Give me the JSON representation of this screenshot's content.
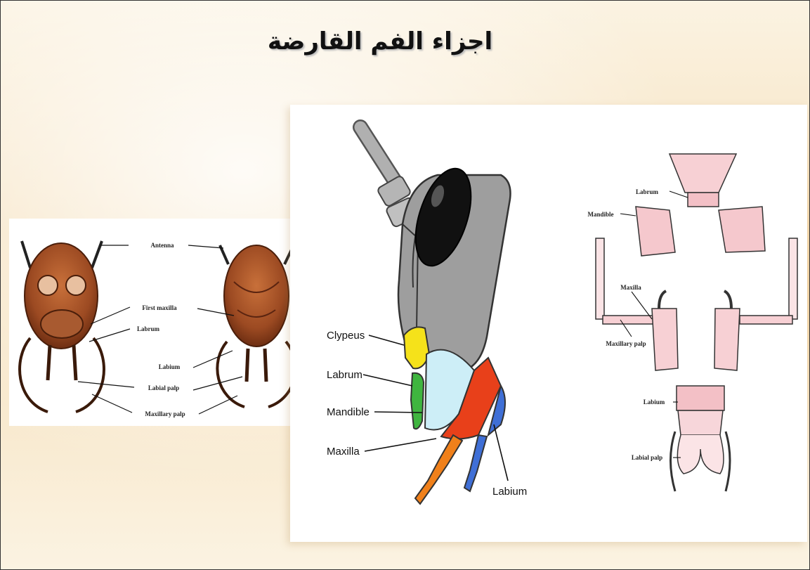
{
  "title": "اجزاء الفم القارضة",
  "left_figure": {
    "labels": {
      "antenna": "Antenna",
      "first_maxilla": "First maxilla",
      "labrum": "Labrum",
      "labium": "Labium",
      "labial_palp": "Labial palp",
      "maxillary_palp": "Maxillary palp"
    }
  },
  "center_figure": {
    "labels": {
      "clypeus": "Clypeus",
      "labrum": "Labrum",
      "mandible": "Mandible",
      "maxilla": "Maxilla",
      "labium": "Labium"
    },
    "colors": {
      "clypeus": "#f5e21a",
      "labrum": "#3fb53f",
      "mandible": "#cdeef7",
      "maxilla": "#e8401a",
      "labium": "#3f6fd6"
    }
  },
  "right_figure": {
    "labels": {
      "labrum": "Labrum",
      "mandible": "Mandible",
      "maxilla": "Maxilla",
      "maxillary_palp": "Maxillary palp",
      "labium": "Labium",
      "labial_palp": "Labial palp"
    }
  }
}
